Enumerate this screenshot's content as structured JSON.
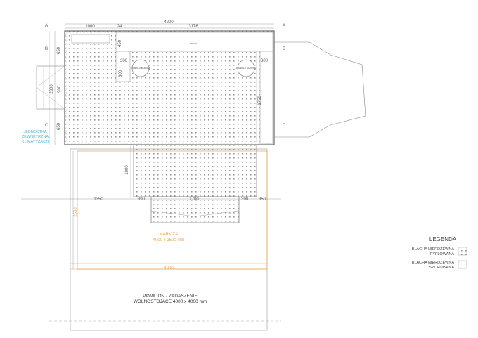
{
  "drawing": {
    "top_dims": {
      "total": "4200",
      "left": "1000",
      "gap": "24",
      "right": "3176"
    },
    "left_dims": {
      "top": "650",
      "overall": "2300",
      "door": "900",
      "bottom": "650"
    },
    "inner_dims": {
      "regal_depth": "450",
      "left_offset": "300",
      "right_offset": "300",
      "regal_side": "600",
      "right_side": "1750"
    },
    "labels": {
      "regal": "REGAL",
      "chair": "KRZESLO BAROWE",
      "ac_unit": "JEDNOSTKA ZEWNETRZNA KLIMATYZACJI"
    },
    "extension_dims": {
      "depth": "1000",
      "a": "1350",
      "b": "390",
      "c": "1700",
      "d": "390",
      "e": "350"
    },
    "awning": {
      "height": "2500",
      "title": "MARKIZA",
      "size": "4000 x 2500 mm",
      "width": "4000"
    },
    "pavilion": {
      "title": "PAWILION - ZADASZENIE",
      "size": "WOLNOSTOJACE 4000 x 4000 mm"
    },
    "section_marks": [
      "A",
      "B",
      "C"
    ]
  },
  "legend": {
    "title": "LEGENDA",
    "items": [
      {
        "label_1": "BLACHA NIERDZEWNA",
        "label_2": "RYFLOWANA"
      },
      {
        "label_1": "BLACHA NIERDZEWNA",
        "label_2": "SZLIFOWANA"
      }
    ]
  },
  "colors": {
    "awning": "#e8a24a",
    "ac_label": "#4fb8d0",
    "line": "#777777"
  }
}
